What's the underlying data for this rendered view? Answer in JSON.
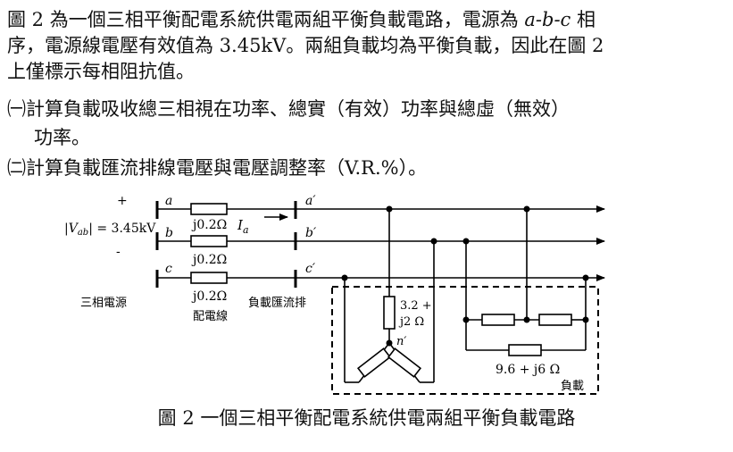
{
  "problem": {
    "line1a": "圖 2 為一個三相平衡配電系統供電兩組平衡負載電路，電源為 ",
    "line1b": "a-b-c",
    "line1c": " 相",
    "line2": "序，電源線電壓有效值為 3.45kV。兩組負載均為平衡負載，因此在圖 2",
    "line3": "上僅標示每相阻抗值。",
    "q1": "㈠計算負載吸收總三相視在功率、總實（有效）功率與總虛（無效）",
    "q1cont": "功率。",
    "q2": "㈡計算負載匯流排線電壓與電壓調整率（V.R.%）。"
  },
  "diagram": {
    "source_plus": "+",
    "source_voltage": "|V",
    "source_voltage_sub": "ab",
    "source_voltage_val": "| = 3.45kV",
    "source_minus": "-",
    "bus_a": "a",
    "bus_b": "b",
    "bus_c": "c",
    "load_bus_a": "a′",
    "load_bus_b": "b′",
    "load_bus_c": "c′",
    "line_imp_a": "j0.2Ω",
    "line_imp_b": "j0.2Ω",
    "line_imp_c": "j0.2Ω",
    "current_label": "I",
    "current_sub": "a",
    "source_label": "三相電源",
    "line_label": "配電線",
    "load_bus_label": "負載匯流排",
    "wye_imp_1": "3.2 +",
    "wye_imp_2": "j2 Ω",
    "neutral_label": "n′",
    "delta_imp": "9.6 + j6 Ω",
    "load_label": "負載"
  },
  "caption": "圖 2  一個三相平衡配電系統供電兩組平衡負載電路"
}
